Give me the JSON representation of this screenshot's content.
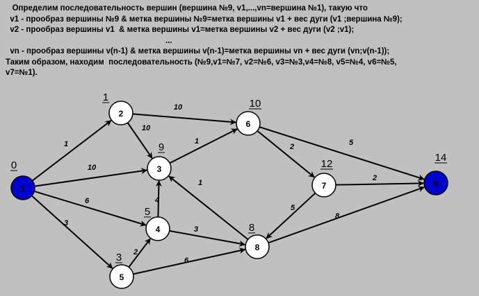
{
  "text_lines": [
    "   Определим последовательность вершин (вершина №9, v1,...,vn=вершина №1), такую что",
    "  v1 - прообраз вершины №9 & метка вершины №9=метка вершины v1 + вес дуги (v1 ;вершина №9);",
    "  v2 - прообраз вершины v1  & метка вершины v1=метка вершины v2 + вес дуги (v2 ;v1);",
    "                                                                        ...",
    "  vn - прообраз вершины v(n-1) & метка вершины v(n-1)=метка вершины vn + вес дуги (vn;v(n-1));",
    "Таким образом, находим  последовательность (№9,v1=№7, v2=№6, v3=№3,v4=№8, v5=№4, v6=№5,",
    "v7=№1)."
  ],
  "colors": {
    "background": "#c0c0c0",
    "highlight_node": "#0000cc",
    "normal_node": "#ffffff",
    "edge": "#000000"
  },
  "nodes": [
    {
      "id": "1",
      "label": "1",
      "mark": "0",
      "highlight": true
    },
    {
      "id": "2",
      "label": "2",
      "mark": "1",
      "highlight": false
    },
    {
      "id": "3",
      "label": "3",
      "mark": "9",
      "highlight": false
    },
    {
      "id": "4",
      "label": "4",
      "mark": "5",
      "highlight": false
    },
    {
      "id": "5",
      "label": "5",
      "mark": "3",
      "highlight": false
    },
    {
      "id": "6",
      "label": "6",
      "mark": "10",
      "highlight": false
    },
    {
      "id": "7",
      "label": "7",
      "mark": "12",
      "highlight": false
    },
    {
      "id": "8",
      "label": "8",
      "mark": "8",
      "highlight": false
    },
    {
      "id": "9",
      "label": "9",
      "mark": "14",
      "highlight": true
    }
  ],
  "edges": [
    {
      "from": "1",
      "to": "2",
      "weight": "1"
    },
    {
      "from": "1",
      "to": "3",
      "weight": "10"
    },
    {
      "from": "1",
      "to": "4",
      "weight": "6"
    },
    {
      "from": "1",
      "to": "5",
      "weight": "3"
    },
    {
      "from": "2",
      "to": "6",
      "weight": "10"
    },
    {
      "from": "2",
      "to": "3",
      "weight": "10"
    },
    {
      "from": "3",
      "to": "6",
      "weight": "1"
    },
    {
      "from": "4",
      "to": "3",
      "weight": "4"
    },
    {
      "from": "4",
      "to": "8",
      "weight": "3"
    },
    {
      "from": "5",
      "to": "4",
      "weight": "2"
    },
    {
      "from": "5",
      "to": "8",
      "weight": "6"
    },
    {
      "from": "6",
      "to": "7",
      "weight": "2"
    },
    {
      "from": "6",
      "to": "9",
      "weight": "5"
    },
    {
      "from": "7",
      "to": "9",
      "weight": "2"
    },
    {
      "from": "7",
      "to": "8",
      "weight": "5"
    },
    {
      "from": "8",
      "to": "3",
      "weight": "1"
    },
    {
      "from": "8",
      "to": "9",
      "weight": "8"
    }
  ]
}
